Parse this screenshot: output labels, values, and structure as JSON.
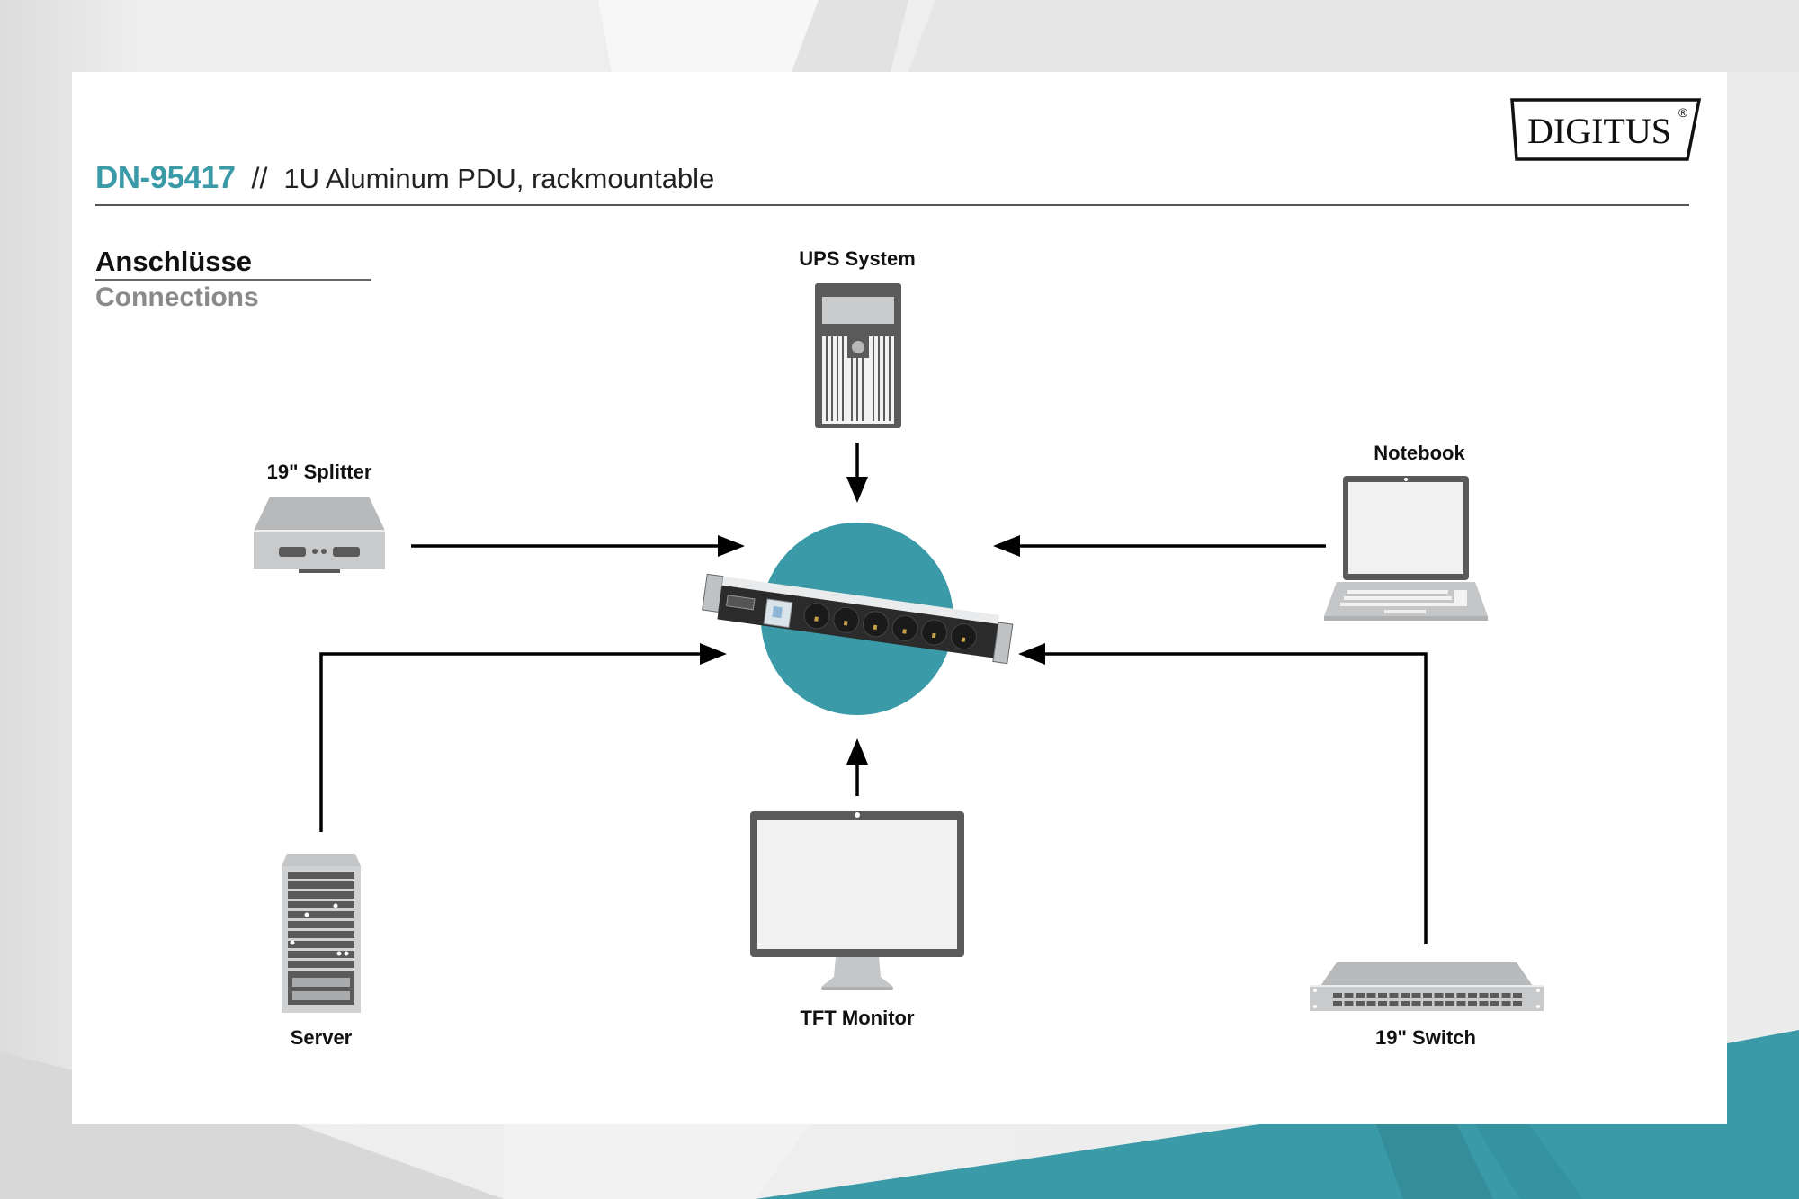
{
  "header": {
    "sku": "DN-95417",
    "separator": "//",
    "subtitle": "1U Aluminum PDU, rackmountable",
    "brand": "DIGITUS",
    "brand_mark": "®"
  },
  "section": {
    "title_de": "Anschlüsse",
    "title_en": "Connections"
  },
  "colors": {
    "accent": "#3a9aa8",
    "hub_circle": "#3a9aa8",
    "arrow": "#000000",
    "device_gray": "#5a5a5a",
    "device_light": "#c4c6c8"
  },
  "diagram": {
    "hub": {
      "label": "1U Aluminum PDU",
      "outlets": 6,
      "icon": "pdu-icon"
    },
    "devices": [
      {
        "id": "ups",
        "label": "UPS System",
        "icon": "ups-icon",
        "arrow_direction": "down"
      },
      {
        "id": "splitter",
        "label": "19\" Splitter",
        "icon": "splitter-icon",
        "arrow_direction": "right"
      },
      {
        "id": "notebook",
        "label": "Notebook",
        "icon": "laptop-icon",
        "arrow_direction": "left"
      },
      {
        "id": "server",
        "label": "Server",
        "icon": "server-icon",
        "arrow_direction": "up-then-right"
      },
      {
        "id": "monitor",
        "label": "TFT Monitor",
        "icon": "monitor-icon",
        "arrow_direction": "up"
      },
      {
        "id": "switch",
        "label": "19\" Switch",
        "icon": "switch-icon",
        "arrow_direction": "up-then-left"
      }
    ]
  }
}
